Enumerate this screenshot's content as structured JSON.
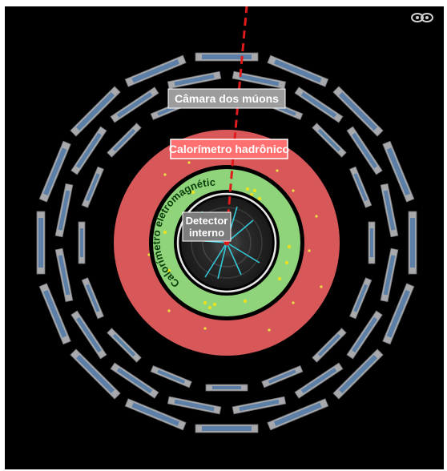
{
  "labels": {
    "muon_chamber": "Câmara dos múons",
    "hadronic_calorimeter": "Calorímetro hadrônico",
    "em_calorimeter": "Calorímetro eletromagnético",
    "inner_detector_line1": "Detector",
    "inner_detector_line2": "interno"
  },
  "colors": {
    "background": "#000000",
    "muon_chamber_gray": "#a7a9ac",
    "muon_chamber_blue": "#5b7fa6",
    "hadronic": "#d8585a",
    "em": "#8fd47a",
    "em_label_text": "#0a3d0a",
    "inner_dark": "#1e1e1e",
    "track_cyan": "#33c8d8",
    "muon_track_red": "#e01b1b",
    "deposit_yellow": "#e8e020"
  },
  "icons": {
    "corner": "infinity-eye-icon"
  }
}
